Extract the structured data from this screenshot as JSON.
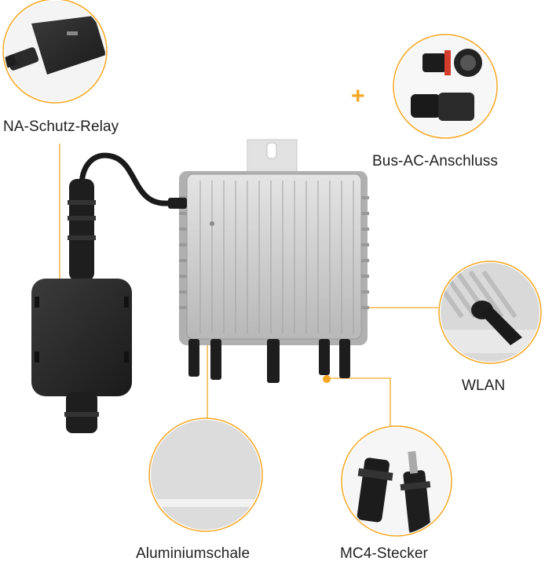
{
  "labels": {
    "na_schutz_relay": "NA-Schutz-Relay",
    "bus_ac_anschluss": "Bus-AC-Anschluss",
    "wlan": "WLAN",
    "aluminiumschale": "Aluminiumschale",
    "mc4_stecker": "MC4-Stecker"
  },
  "plus_sign": "+",
  "colors": {
    "accent": "#f5a623",
    "housing": "#c9c9c9",
    "relay": "#2b2b2b",
    "text": "#1f1f1f"
  }
}
